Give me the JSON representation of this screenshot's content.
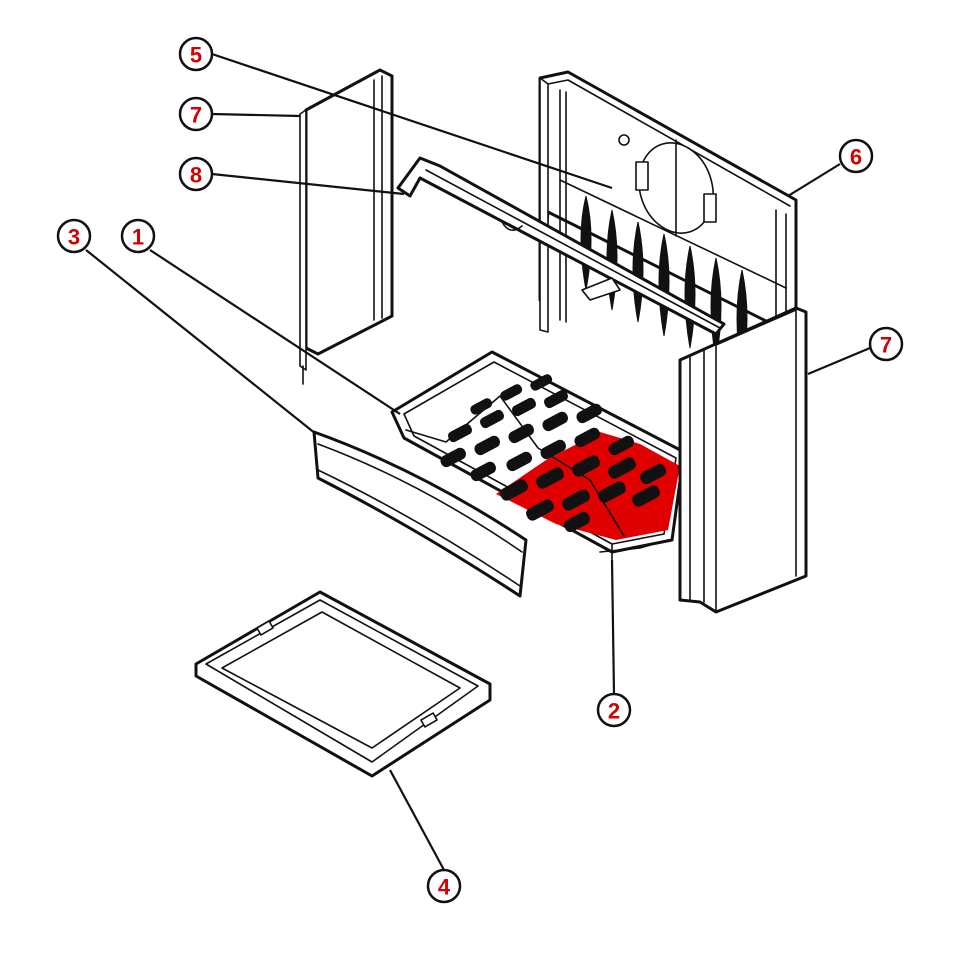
{
  "highlight_color": "#e00000",
  "ink_color": "#111111",
  "label_color": "#d40000",
  "callouts": [
    {
      "id": "c5",
      "label": "5"
    },
    {
      "id": "c7a",
      "label": "7"
    },
    {
      "id": "c8",
      "label": "8"
    },
    {
      "id": "c3",
      "label": "3"
    },
    {
      "id": "c1",
      "label": "1"
    },
    {
      "id": "c6",
      "label": "6"
    },
    {
      "id": "c7b",
      "label": "7"
    },
    {
      "id": "c2",
      "label": "2"
    },
    {
      "id": "c4",
      "label": "4"
    }
  ]
}
